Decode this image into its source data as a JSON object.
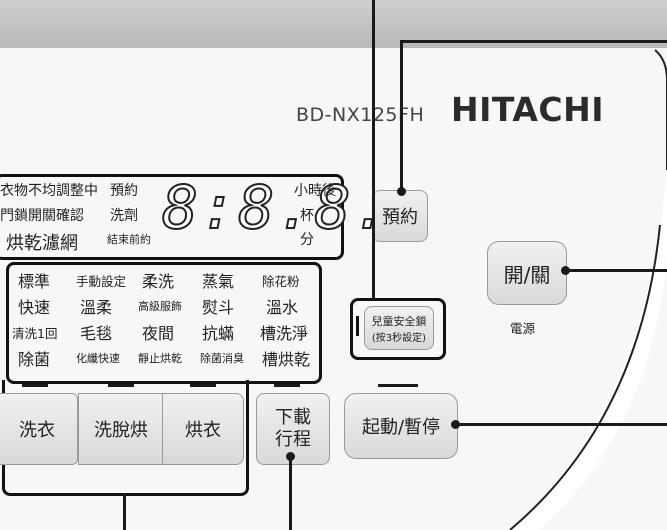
{
  "panel": {
    "model": "BD-NX125FH",
    "brand": "HITACHI"
  },
  "display": {
    "status_left": [
      "衣物不均調整中",
      "門鎖開關確認",
      "烘乾濾網"
    ],
    "status_mid": [
      "預約",
      "洗劑",
      "結束前約"
    ],
    "digits": "8:8.8.",
    "units": [
      "小時後",
      "杯",
      "分"
    ]
  },
  "courses": {
    "rows": [
      [
        "標準",
        "手動設定",
        "柔洗",
        "蒸氣",
        "除花粉"
      ],
      [
        "快速",
        "溫柔",
        "高級服飾",
        "熨斗",
        "溫水"
      ],
      [
        "清洗1回",
        "毛毯",
        "夜間",
        "抗蟎",
        "槽洗淨"
      ],
      [
        "除菌",
        "化纖快速",
        "靜止烘乾",
        "除菌消臭",
        "槽烘乾"
      ]
    ]
  },
  "buttons": {
    "wash": "洗衣",
    "wash_dry": "洗脫烘",
    "dry": "烘衣",
    "download": "下載\n行程",
    "reserve": "預約",
    "power": "開/關",
    "power_caption": "電源",
    "child_lock": "兒童安全鎖",
    "child_lock_hint": "(按3秒設定)",
    "start_pause": "起動/暫停"
  }
}
